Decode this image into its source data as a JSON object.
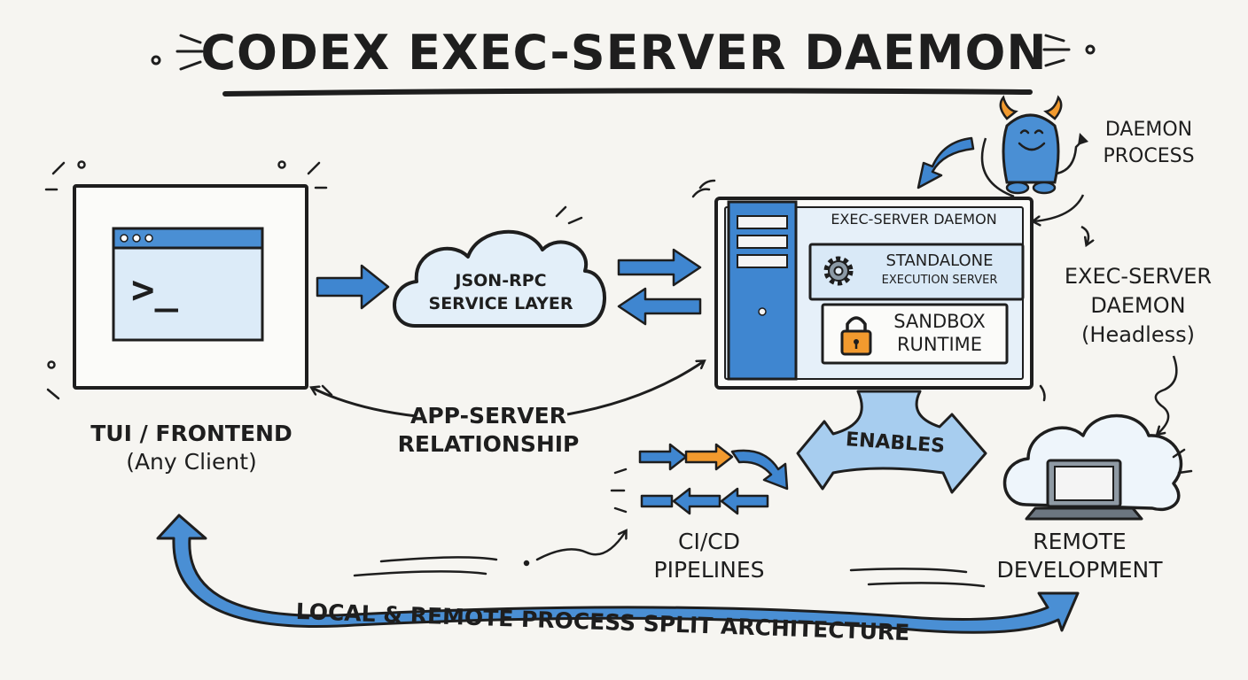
{
  "title": "CODEX EXEC-SERVER DAEMON",
  "frontend": {
    "line1": "TUI / FRONTEND",
    "line2": "(Any Client)",
    "prompt": ">_"
  },
  "jsonrpc": {
    "line1": "JSON-RPC",
    "line2": "SERVICE LAYER"
  },
  "app_server": {
    "line1": "APP-SERVER",
    "line2": "RELATIONSHIP"
  },
  "server": {
    "header": "EXEC-SERVER DAEMON",
    "standalone_line1": "STANDALONE",
    "standalone_line2": "EXECUTION SERVER",
    "sandbox_line1": "SANDBOX",
    "sandbox_line2": "RUNTIME"
  },
  "daemon_process": {
    "line1": "DAEMON",
    "line2": "PROCESS"
  },
  "headless": {
    "line1": "EXEC-SERVER",
    "line2": "DAEMON",
    "line3": "(Headless)"
  },
  "enables": "ENABLES",
  "cicd": {
    "line1": "CI/CD",
    "line2": "PIPELINES"
  },
  "remote_dev": {
    "line1": "REMOTE",
    "line2": "DEVELOPMENT"
  },
  "architecture": "LOCAL & REMOTE PROCESS SPLIT ARCHITECTURE",
  "colors": {
    "accent_blue": "#3f86d0",
    "light_blue": "#d8e9f7",
    "orange": "#f29a2e",
    "ink": "#1e1e1e",
    "paper": "#f6f5f1"
  },
  "icons": [
    "terminal-window-icon",
    "cloud-icon",
    "server-tower-icon",
    "gear-icon",
    "padlock-icon",
    "monster-mascot-icon",
    "laptop-cloud-icon"
  ]
}
